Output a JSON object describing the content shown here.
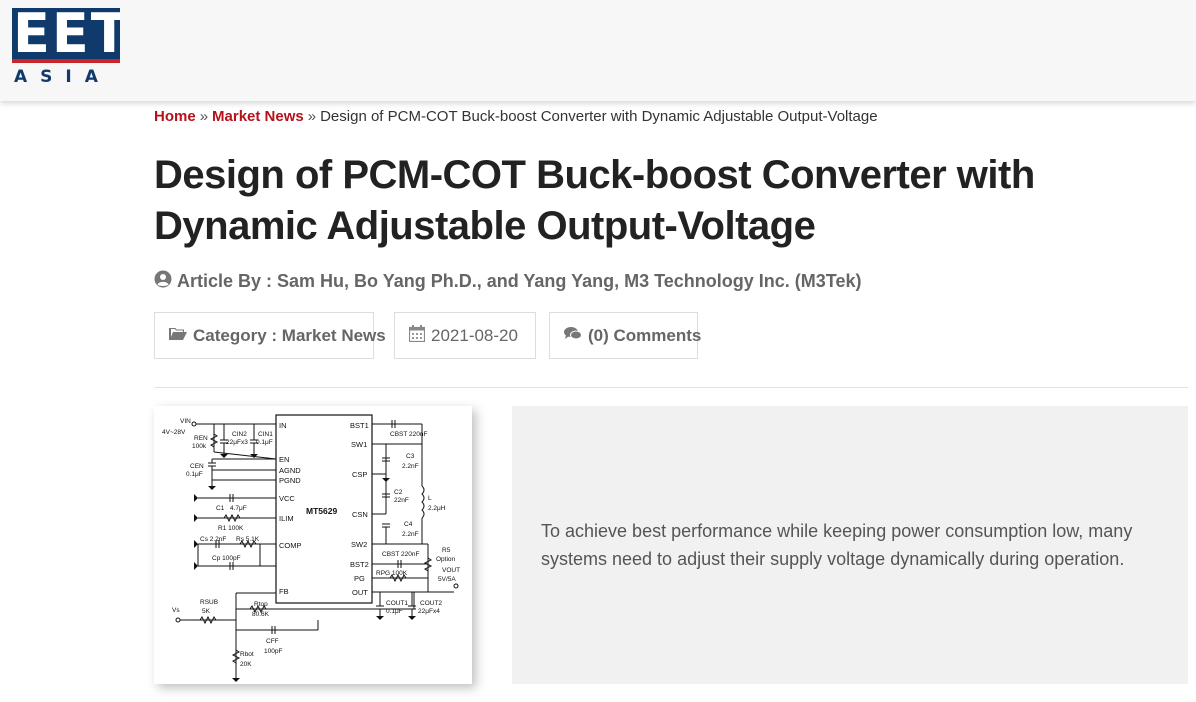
{
  "header": {
    "logo_top": "EET",
    "logo_bottom": "ASIA"
  },
  "breadcrumb": {
    "home": "Home",
    "separator": "»",
    "section": "Market News",
    "current": "Design of PCM-COT Buck-boost Converter with Dynamic Adjustable Output-Voltage"
  },
  "article": {
    "title": "Design of PCM-COT Buck-boost Converter with Dynamic Adjustable Output-Voltage",
    "byline": "Article By : Sam Hu, Bo Yang Ph.D., and Yang Yang, M3 Technology Inc. (M3Tek)",
    "category": "Category : Market News",
    "date": "2021-08-20",
    "comments": "(0) Comments",
    "summary": "To achieve best performance while keeping power consumption low, many systems need to adjust their supply voltage dynamically during operation."
  },
  "icons": {
    "user": "user-circle-icon",
    "folder": "folder-open-icon",
    "calendar": "calendar-icon",
    "comments": "comments-icon"
  },
  "schematic": {
    "chip": "MT5629",
    "pins_left": [
      "IN",
      "EN",
      "AGND",
      "PGND",
      "VCC",
      "ILIM",
      "COMP",
      "FB"
    ],
    "pins_right": [
      "BST1",
      "SW1",
      "CSP",
      "CSN",
      "SW2",
      "BST2",
      "PG",
      "OUT"
    ],
    "vin": "VIN",
    "vin_range": "4V~28V",
    "ren": "REN",
    "ren_val": "100k",
    "cin2": "CIN2",
    "cin2_val": "22μFx3",
    "cin1": "CIN1",
    "cin1_val": "0.1μF",
    "cen": "CEN",
    "cen_val": "0.1μF",
    "c1": "C1",
    "c1_val": "4.7μF",
    "r1": "R1 100K",
    "cs": "Cs 2.2nF",
    "rs": "Rs 5.1K",
    "cp": "Cp 100pF",
    "cbst1": "CBST 220nF",
    "c3": "C3",
    "c3_val": "2.2nF",
    "c2": "C2",
    "c2_val": "22nF",
    "c4": "C4",
    "c4_val": "2.2nF",
    "l": "L",
    "l_val": "2.2μH",
    "cbst2": "CBST 220nF",
    "r5": "R5",
    "r5_opt": "Option",
    "rpg": "RPG 100K",
    "vout": "VOUT",
    "vout_val": "5V/5A",
    "cout1": "COUT1",
    "cout1_val": "0.1μF",
    "cout2": "COUT2",
    "cout2_val": "22μFx4",
    "rsub": "RSUB",
    "rsub_val": "5K",
    "vs": "Vs",
    "rtop": "Rtop",
    "rtop_val": "80.6K",
    "cff": "CFF",
    "cff_val": "100pF",
    "rbot": "Rbot",
    "rbot_val": "20K"
  }
}
